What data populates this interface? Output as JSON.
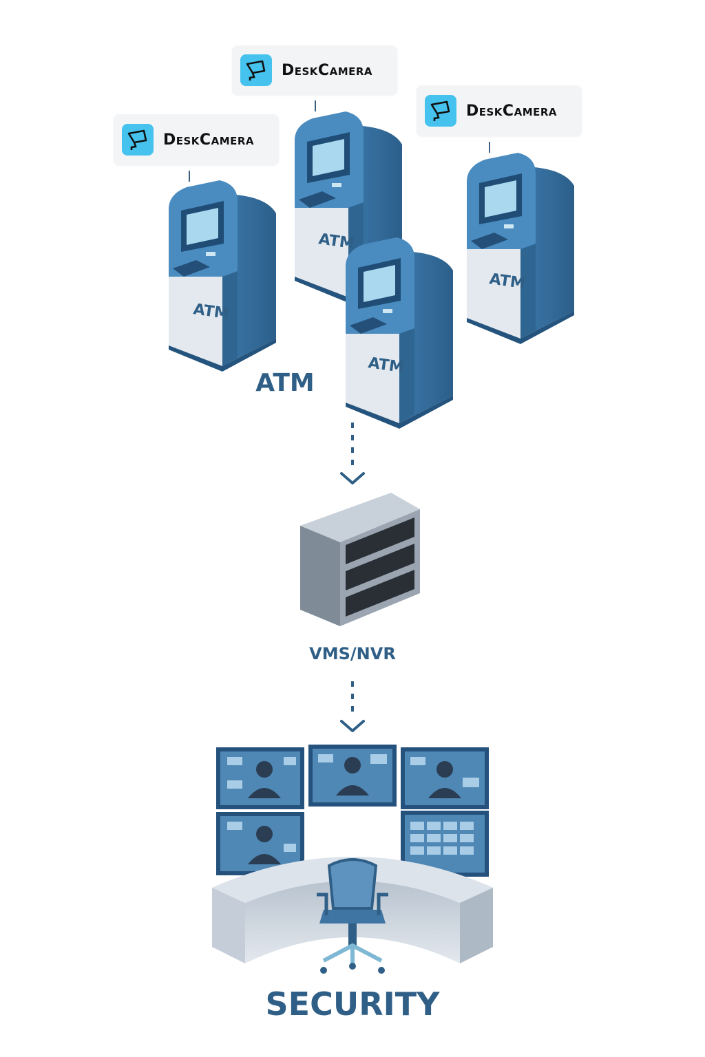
{
  "badges": [
    {
      "label": "DeskCamera",
      "icon": "security-camera-icon"
    },
    {
      "label": "DeskCamera",
      "icon": "security-camera-icon"
    },
    {
      "label": "DeskCamera",
      "icon": "security-camera-icon"
    }
  ],
  "atm_units": [
    {
      "label": "ATM"
    },
    {
      "label": "ATM"
    },
    {
      "label": "ATM"
    },
    {
      "label": "ATM"
    }
  ],
  "group_labels": {
    "atm": "ATM",
    "server": "VMS/NVR",
    "security": "SECURITY"
  },
  "colors": {
    "atm_blue": "#3f7fb3",
    "atm_dark": "#2f6591",
    "label_blue": "#2f5f86",
    "camera_icon_bg": "#45c3ee",
    "server_gray": "#8e99a5"
  },
  "icons": {
    "flow_arrow": "chevron-down-icon",
    "server": "server-rack-icon",
    "monitor_wall": "video-monitor-icon",
    "chair": "office-chair-icon"
  }
}
